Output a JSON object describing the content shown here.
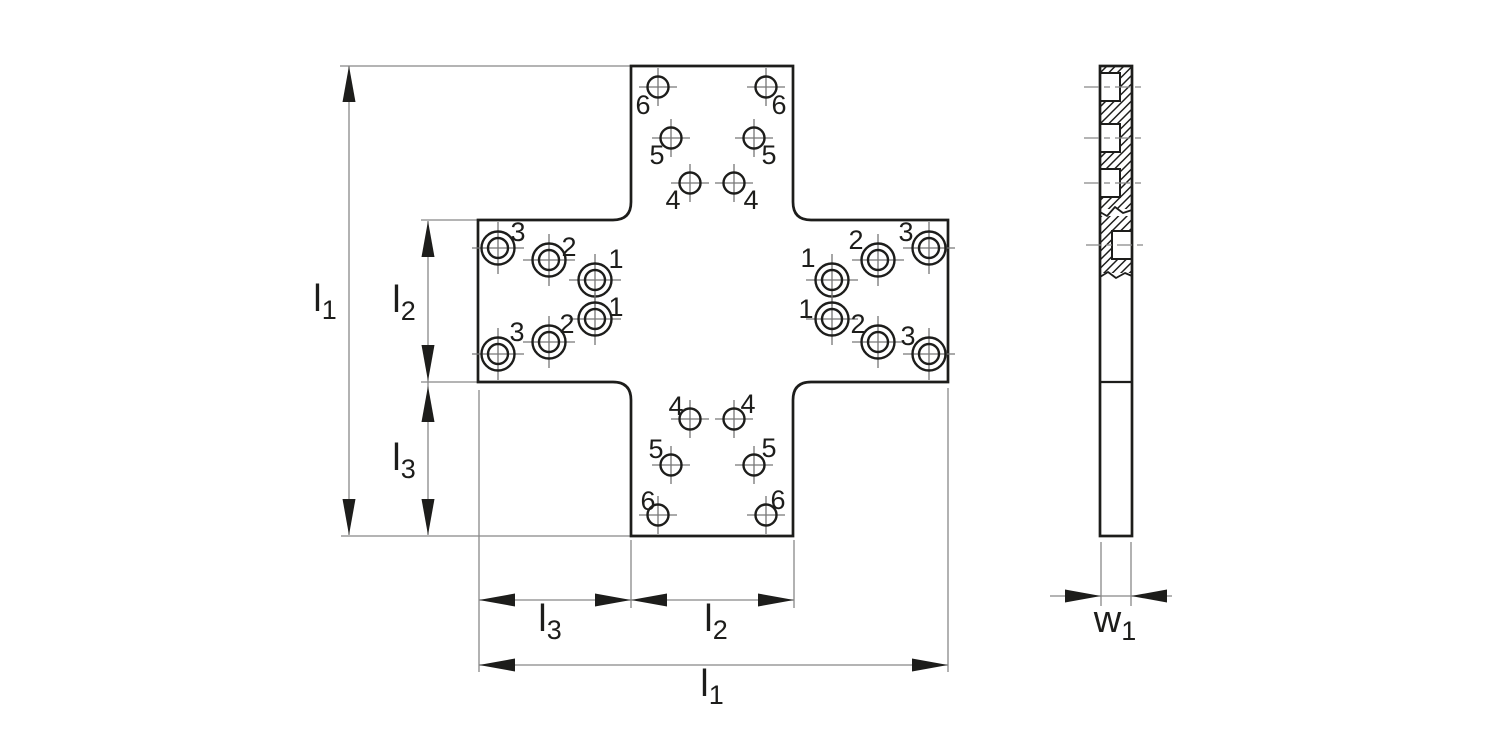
{
  "colors": {
    "background": "#ffffff",
    "outline": "#1d1d1b",
    "thin_line": "#888888"
  },
  "views": {
    "front": {
      "hole_labels": [
        "6",
        "6",
        "5",
        "5",
        "4",
        "4",
        "3",
        "2",
        "1",
        "1",
        "2",
        "3",
        "1",
        "2",
        "3",
        "1",
        "2",
        "3",
        "4",
        "4",
        "5",
        "5",
        "6",
        "6"
      ]
    }
  },
  "dimensions": {
    "l1": {
      "base": "l",
      "sub": "1"
    },
    "l2": {
      "base": "l",
      "sub": "2"
    },
    "l3": {
      "base": "l",
      "sub": "3"
    },
    "w1": {
      "base": "w",
      "sub": "1"
    }
  }
}
